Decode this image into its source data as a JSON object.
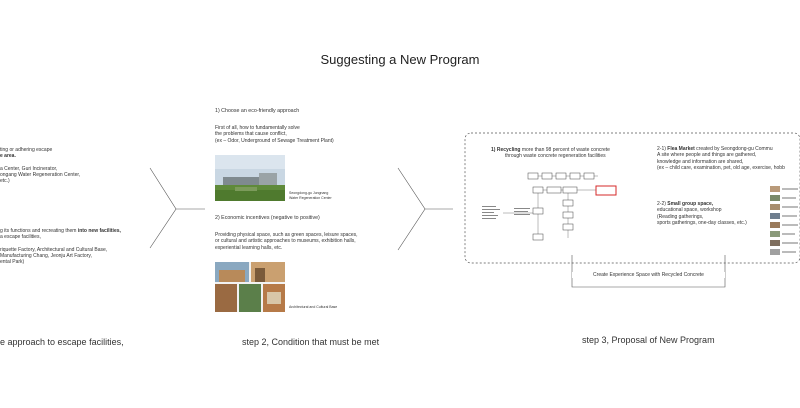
{
  "title": "Suggesting a New Program",
  "left": {
    "p1_lines": [
      "ting or adhering escape",
      "e area."
    ],
    "p1_examples": [
      "a Center, Guri Incinerator,",
      "ongang Water Regeneration Center,",
      "etc.)"
    ],
    "p2_line1_pre": "g its functions and recreating them ",
    "p2_line1_bold": "into new facilities,",
    "p2_line2": "a escape facilities,",
    "p2_examples": [
      "riquette Factory, Architectural and Cultural Base,",
      "Manufacturing Chang, Jeonju Art Factory,",
      "ental Park)"
    ],
    "step": "e approach to escape facilities,"
  },
  "middle": {
    "h1": "1) Choose an eco-friendly approach",
    "p1": [
      "First of all, how to fundamentally solve",
      "the problems that cause conflict,",
      "(ex – Odor, Underground of Sewage Treatment Plant)"
    ],
    "photo1_caption": [
      "Seongdong-gu Jungnang",
      "Water Regeneration Center"
    ],
    "h2": "2) Economic incentives (negative to positive)",
    "p2": [
      "Providing physical space, such as green spaces, leisure spaces,",
      "or cultural and artistic approaches to museums, exhibition halls,",
      "experiential learning halls, etc."
    ],
    "photo2_caption": "Architectural and Cultural Base",
    "step": "step 2, Condition that must be met"
  },
  "right": {
    "recycling_bold": "1) Recycling",
    "recycling_rest": " more than 98 percent of waste concrete",
    "recycling_line2": "through waste concrete regeneration facilities",
    "flea_prefix": "2-1) ",
    "flea_bold": "Flea Market",
    "flea_rest": " created by Seongdong-gu Commu",
    "flea_lines": [
      "A site where people and things are gathered,",
      "knowledge and information are shared,",
      "(ex – child care, examination, pet, old age, exercise, hobb"
    ],
    "group_prefix": "2-2) ",
    "group_bold": "Small group space,",
    "group_lines": [
      "educational space, workshop",
      "(Reading gatherings,",
      "sports gatherings, one-day classes, etc.)"
    ],
    "callout": "Create Experience Space with Recycled Concrete",
    "step": "step 3, Proposal of New Program"
  },
  "colors": {
    "highlight": "#d62a2a",
    "dash": "#555555"
  }
}
